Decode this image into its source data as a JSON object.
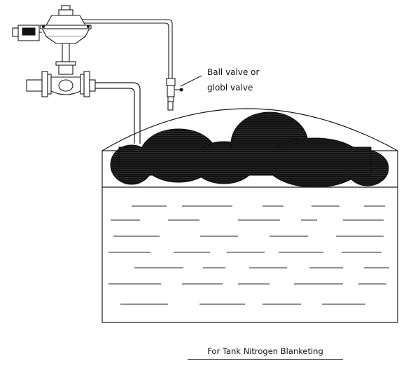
{
  "labels": {
    "ball_valve_line1": "Ball valve or",
    "ball_valve_line2": "globl valve",
    "caption": "For Tank Nitrogen Blanketing"
  },
  "colors": {
    "line": "#1a1a1a",
    "blanket": "#111111",
    "background": "#ffffff"
  }
}
